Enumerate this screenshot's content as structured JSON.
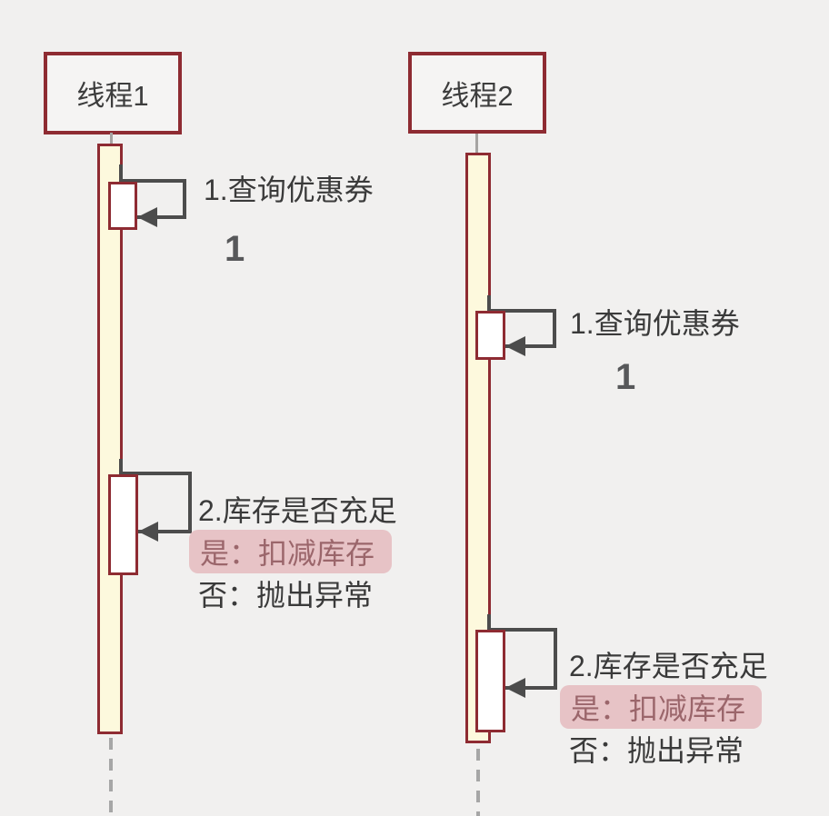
{
  "diagram": {
    "type": "sequence-diagram",
    "description": "Two threads each self-invoke: 1 query coupon, 2 check stock (yes: deduct stock / no: throw exception)",
    "colors": {
      "background": "#f1f0ef",
      "node_border": "#8e2b32",
      "lifeline_fill": "#fdf9dd",
      "activation_fill": "#ffffff",
      "message_line": "#4c4c4c",
      "text": "#3a3a3a",
      "highlight_bg": "#e7c3c6",
      "highlight_text": "#9b666b",
      "dash": "#a6a6a6"
    }
  },
  "threads": [
    {
      "name": "线程1",
      "msg1": {
        "label": "1.查询优惠券",
        "num": "1"
      },
      "msg2": {
        "label": "2.库存是否充足",
        "yes": "是：扣减库存",
        "no": "否：抛出异常"
      }
    },
    {
      "name": "线程2",
      "msg1": {
        "label": "1.查询优惠券",
        "num": "1"
      },
      "msg2": {
        "label": "2.库存是否充足",
        "yes": "是：扣减库存",
        "no": "否：抛出异常"
      }
    }
  ]
}
